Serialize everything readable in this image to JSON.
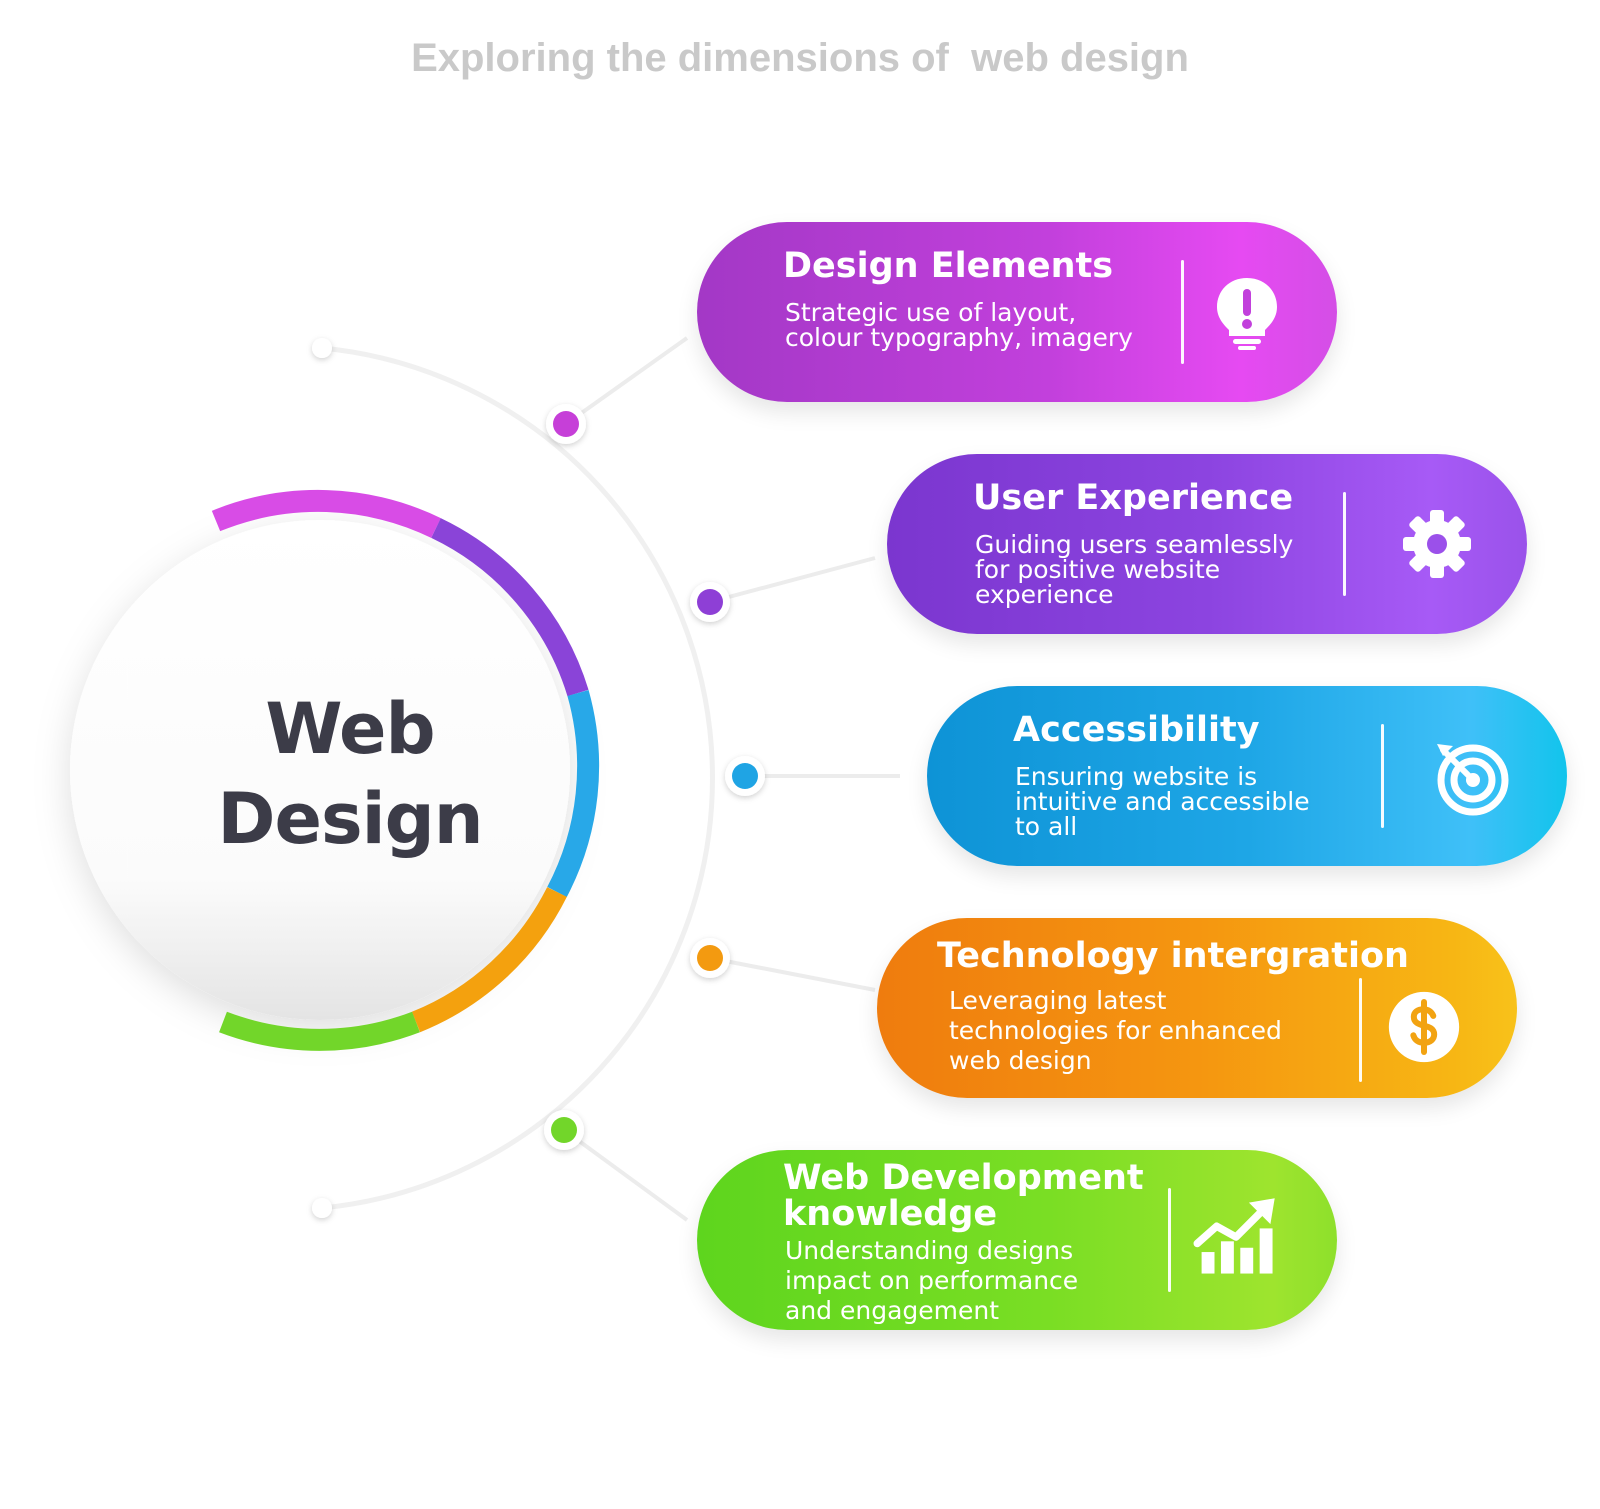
{
  "title": "Exploring the dimensions of  web design",
  "hub": {
    "line1": "Web",
    "line2": "Design"
  },
  "items": [
    {
      "title": "Design Elements",
      "description": "Strategic use of layout,\ncolour typography, imagery",
      "icon": "lightbulb-icon",
      "color": "#c040dc"
    },
    {
      "title": "User Experience",
      "description": "Guiding users seamlessly\nfor positive website\nexperience",
      "icon": "gear-icon",
      "color": "#8a42de"
    },
    {
      "title": "Accessibility",
      "description": "Ensuring website is\nintuitive and accessible\nto all",
      "icon": "target-icon",
      "color": "#1ea6e6"
    },
    {
      "title": "Technology intergration",
      "description": "Leveraging latest\ntechnologies for enhanced\nweb design",
      "icon": "dollar-icon",
      "color": "#f59610"
    },
    {
      "title": "Web Development knowledge",
      "description": "Understanding designs\nimpact on performance\nand engagement",
      "icon": "chart-growth-icon",
      "color": "#7ade24"
    }
  ]
}
